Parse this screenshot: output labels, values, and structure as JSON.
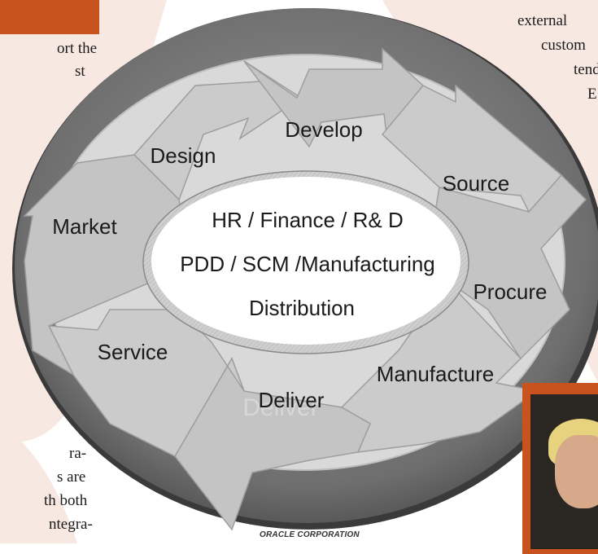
{
  "page": {
    "left_top_lines": [
      "ort the",
      "st"
    ],
    "left_bottom_lines": [
      "ra-",
      "s are",
      "th both",
      "ntegra-"
    ],
    "right_top_lines": [
      "external ",
      "custom",
      "tend",
      "E"
    ],
    "footer": "ORACLE CORPORATION"
  },
  "diagram": {
    "center_lines": [
      "HR / Finance / R& D",
      "PDD / SCM /Manufacturing",
      "Distribution"
    ],
    "cycle_labels": [
      "Design",
      "Develop",
      "Source",
      "Procure",
      "Manufacture",
      "Deliver",
      "Service",
      "Market"
    ]
  },
  "colors": {
    "accent": "#c9531f",
    "background_tint": "#f8e8e2",
    "ring": "#7c7c7c",
    "arrow_fill": "#c8c8c8"
  }
}
